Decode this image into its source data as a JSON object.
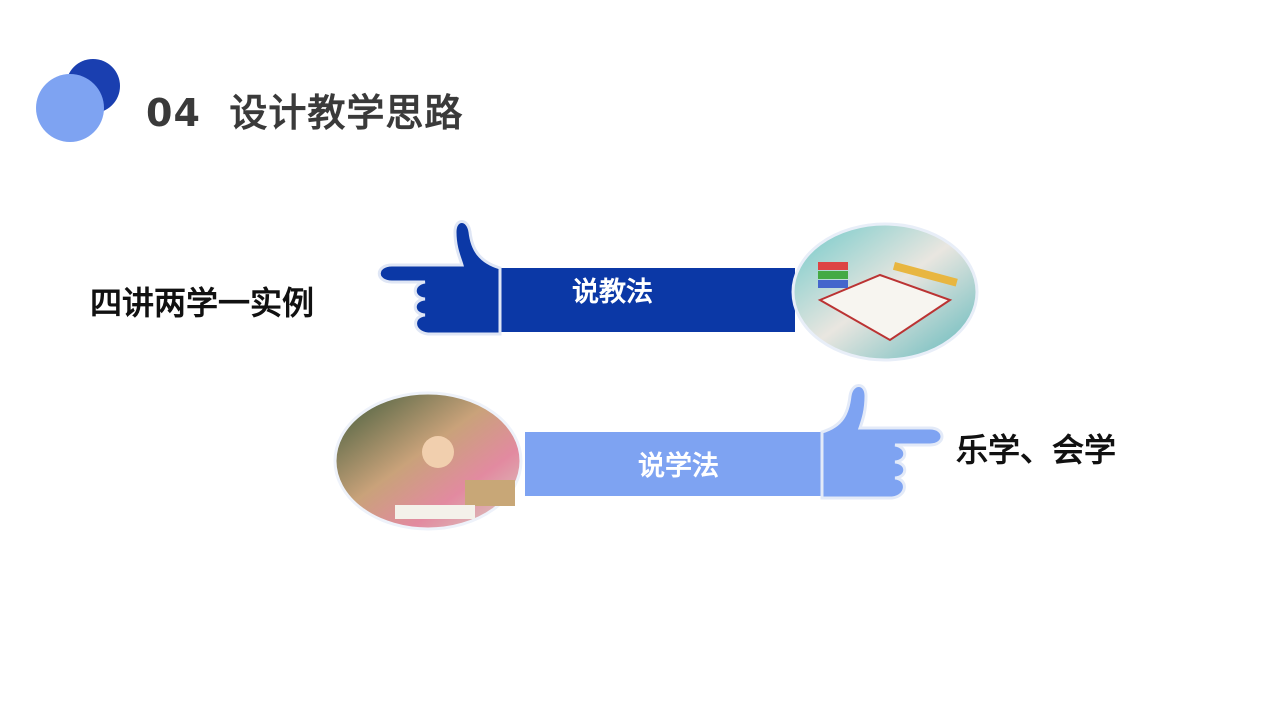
{
  "header": {
    "number": "04",
    "title": "设计教学思路",
    "full": "04  设计教学思路"
  },
  "left_label": "四讲两学一实例",
  "right_label": "乐学、会学",
  "hands": [
    {
      "label": "说教法",
      "color": "#0b38a6",
      "image": "teaching-illustration"
    },
    {
      "label": "说学法",
      "color": "#7ea3f2",
      "image": "student-photo"
    }
  ],
  "colors": {
    "dark_blue": "#1a3fb0",
    "light_blue": "#7ea3f2"
  }
}
